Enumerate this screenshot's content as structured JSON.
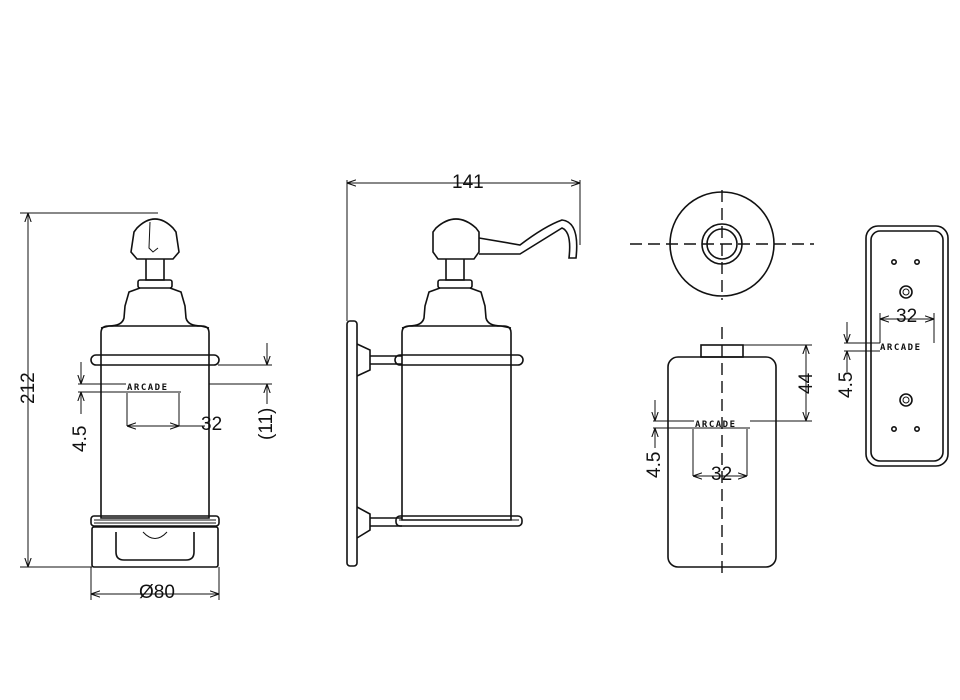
{
  "brand": "ARCADE",
  "views": {
    "front": {
      "height": "212",
      "diameter": "Ø80",
      "label_spacing": "32",
      "label_offset": "4.5",
      "ring_gap": "(11)"
    },
    "side": {
      "depth": "141"
    },
    "plan": {
      "label_spacing": "32",
      "label_offset": "4.5",
      "label_top": "44"
    },
    "plate": {
      "label_spacing": "32",
      "label_offset": "4.5"
    }
  }
}
